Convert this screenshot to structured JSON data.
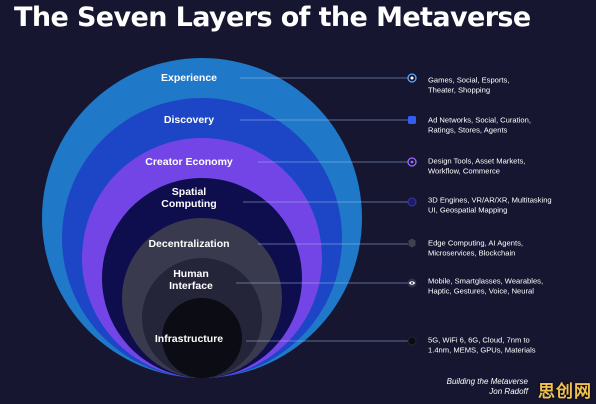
{
  "title": "The Seven Layers of the Metaverse",
  "layers": [
    {
      "name": "Experience",
      "description": "Games, Social, Esports,\nTheater, Shopping",
      "color": "#1f79c8",
      "icon": "circle-dot-icon"
    },
    {
      "name": "Discovery",
      "description": "Ad Networks, Social, Curation,\nRatings, Stores, Agents",
      "color": "#1d46c6",
      "icon": "square-icon"
    },
    {
      "name": "Creator Economy",
      "description": "Design Tools, Asset Markets,\nWorkflow, Commerce",
      "color": "#7445e6",
      "icon": "diamond-icon"
    },
    {
      "name": "Spatial\nComputing",
      "description": "3D Engines, VR/AR/XR, Multitasking\nUI, Geospatial Mapping",
      "color": "#0e0e4e",
      "icon": "circle-icon"
    },
    {
      "name": "Decentralization",
      "description": "Edge Computing, AI Agents,\nMicroservices, Blockchain",
      "color": "#3a3a4e",
      "icon": "hexagon-icon"
    },
    {
      "name": "Human\nInterface",
      "description": "Mobile, Smartglasses, Wearables,\nHaptic, Gestures, Voice, Neural",
      "color": "#25253a",
      "icon": "eye-icon"
    },
    {
      "name": "Infrastructure",
      "description": "5G, WiFi 6, 6G, Cloud, 7nm to\n1.4nm, MEMS, GPUs, Materials",
      "color": "#0c0c14",
      "icon": "chip-icon"
    }
  ],
  "credit": {
    "line1": "Building the Metaverse",
    "line2": "Jon Radoff"
  },
  "watermark": "思创网"
}
